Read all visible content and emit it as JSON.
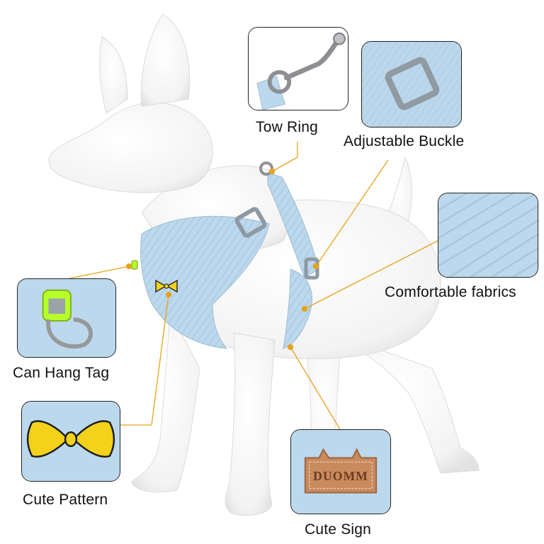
{
  "callouts": {
    "tow_ring": {
      "label": "Tow Ring",
      "icon": "tow-ring-photo"
    },
    "adjustable_buckle": {
      "label": "Adjustable Buckle",
      "icon": "buckle-photo"
    },
    "comfortable_fabrics": {
      "label": "Comfortable fabrics",
      "icon": "fabric-photo"
    },
    "can_hang_tag": {
      "label": "Can Hang Tag",
      "icon": "d-ring-photo"
    },
    "cute_pattern": {
      "label": "Cute Pattern",
      "icon": "bow-tie-photo"
    },
    "cute_sign": {
      "label": "Cute Sign",
      "icon": "label-tag-photo",
      "tag_text": "DUOMM"
    }
  },
  "colors": {
    "harness_blue": "#bcd8ec",
    "leader_line": "#e8a21a",
    "bow_yellow": "#f2d21a",
    "reflective_green": "#b6ff2a",
    "tag_brown": "#c98a5e"
  }
}
